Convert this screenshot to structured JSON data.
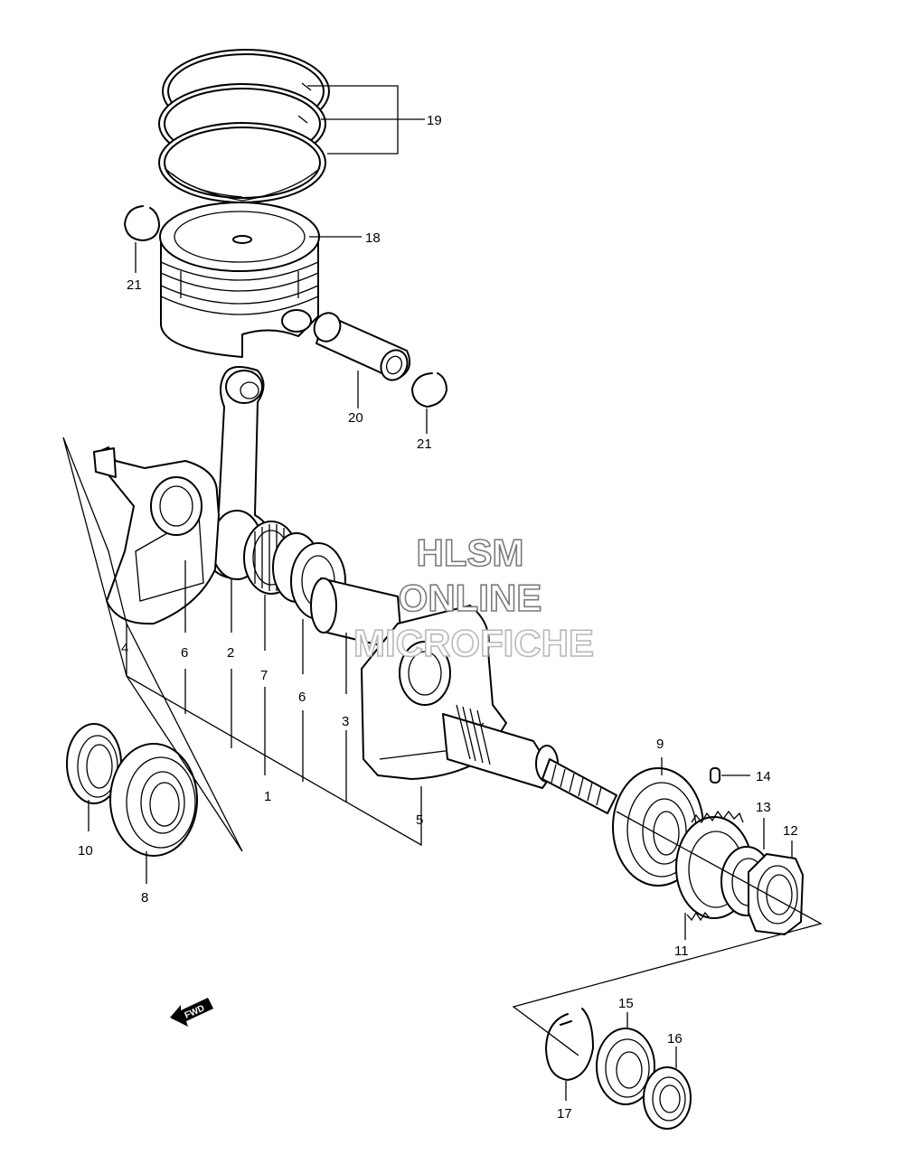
{
  "diagram": {
    "callouts": [
      {
        "id": "19",
        "label": "19"
      },
      {
        "id": "18",
        "label": "18"
      },
      {
        "id": "21a",
        "label": "21"
      },
      {
        "id": "20",
        "label": "20"
      },
      {
        "id": "21b",
        "label": "21"
      },
      {
        "id": "4",
        "label": "4"
      },
      {
        "id": "6a",
        "label": "6"
      },
      {
        "id": "2",
        "label": "2"
      },
      {
        "id": "7",
        "label": "7"
      },
      {
        "id": "6b",
        "label": "6"
      },
      {
        "id": "3",
        "label": "3"
      },
      {
        "id": "1",
        "label": "1"
      },
      {
        "id": "5",
        "label": "5"
      },
      {
        "id": "10",
        "label": "10"
      },
      {
        "id": "8",
        "label": "8"
      },
      {
        "id": "9",
        "label": "9"
      },
      {
        "id": "14",
        "label": "14"
      },
      {
        "id": "13",
        "label": "13"
      },
      {
        "id": "12",
        "label": "12"
      },
      {
        "id": "11",
        "label": "11"
      },
      {
        "id": "15",
        "label": "15"
      },
      {
        "id": "16",
        "label": "16"
      },
      {
        "id": "17",
        "label": "17"
      }
    ],
    "watermark": {
      "line1": "HLSM",
      "line2": "ONLINE",
      "line3": "MICROFICHE"
    },
    "fwd_label": "FWD"
  }
}
